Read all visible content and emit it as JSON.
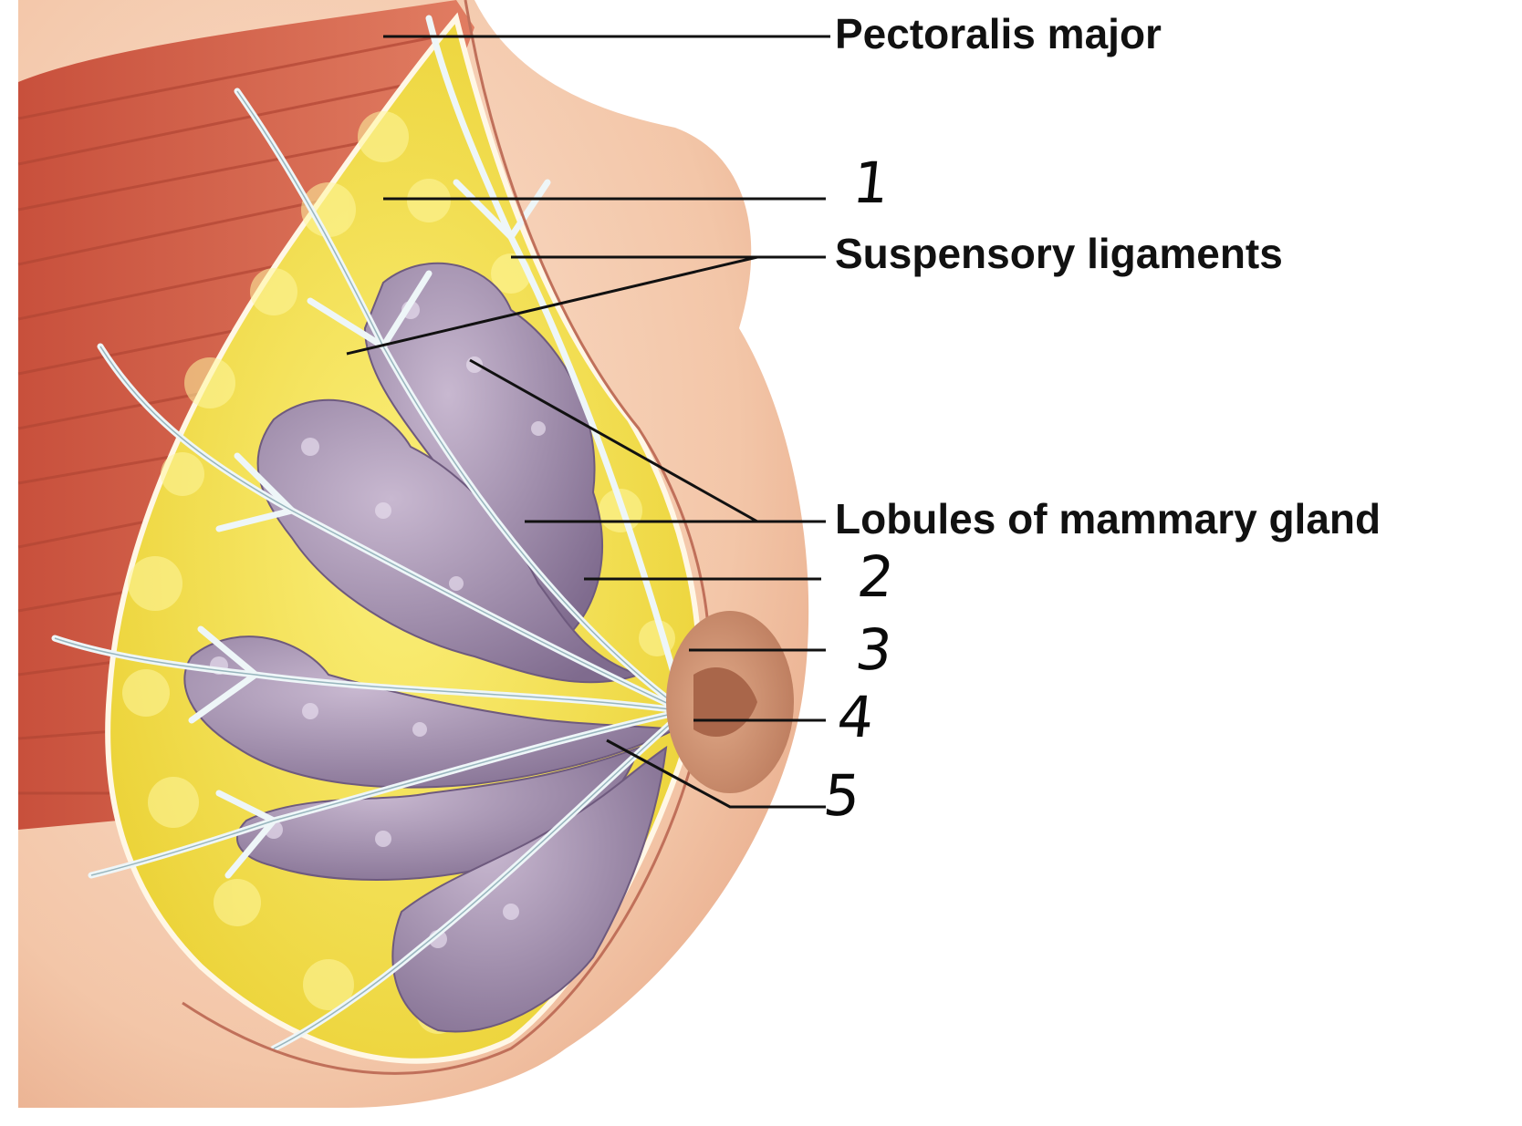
{
  "labels": {
    "pectoralis": "Pectoralis major",
    "suspensory": "Suspensory ligaments",
    "lobules": "Lobules of mammary gland"
  },
  "numbers": [
    "1",
    "2",
    "3",
    "4",
    "5"
  ],
  "colors": {
    "muscle": "#d9614a",
    "fat": "#f2df3a",
    "lobule": "#9a86a6",
    "ligament": "#e8f1f4",
    "skin": "#f3c6a8",
    "areola": "#c98a6a",
    "leader_line": "#111111"
  }
}
